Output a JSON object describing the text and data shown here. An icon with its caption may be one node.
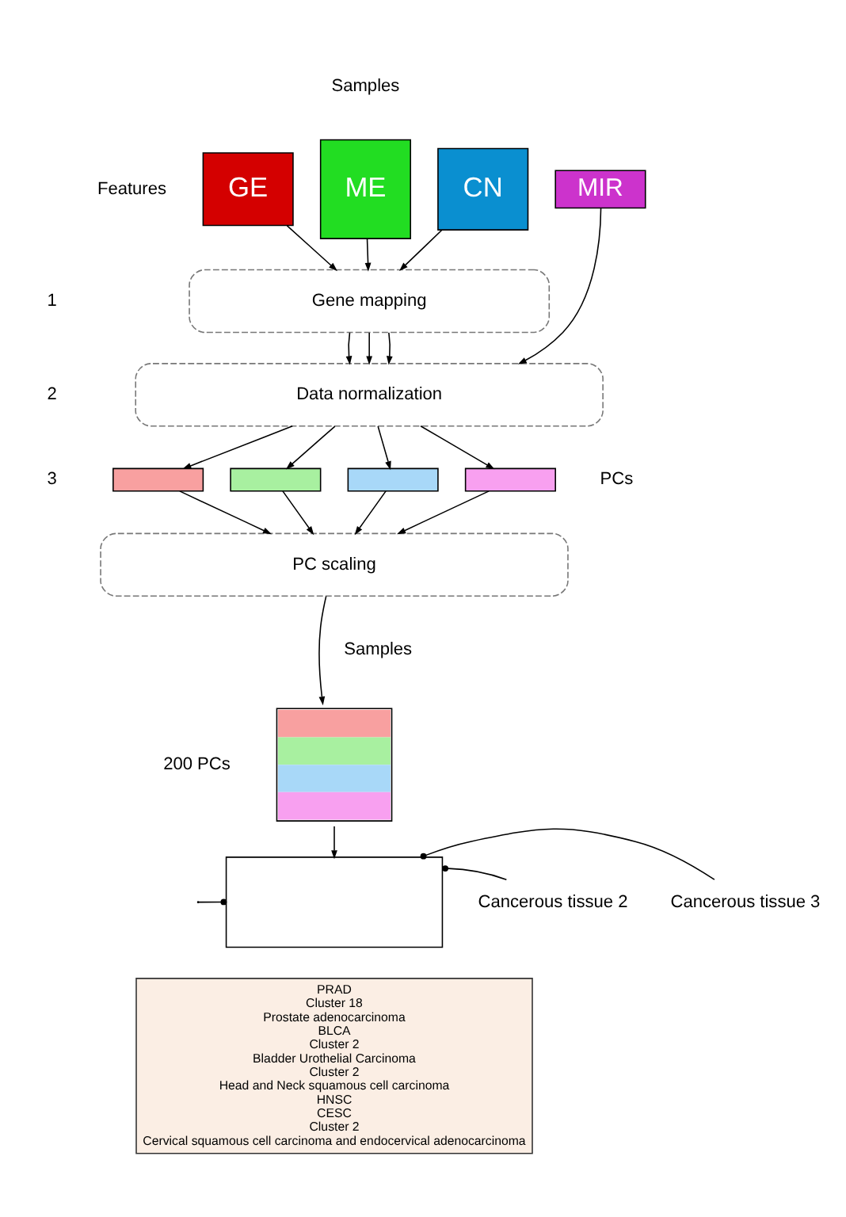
{
  "diagram": {
    "nodes": [
      {
        "text": [
          "GE"
        ]
      },
      {
        "text": [
          "ME"
        ]
      },
      {
        "text": [
          "CN"
        ]
      },
      {
        "text": [
          "MIR"
        ]
      },
      {
        "text": [
          "Gene mapping"
        ]
      },
      {
        "text": [
          "Data normalization"
        ]
      },
      {
        "text": [],
        "shape": "bar"
      },
      {
        "text": [],
        "shape": "bar"
      },
      {
        "text": [],
        "shape": "bar"
      },
      {
        "text": [],
        "shape": "bar"
      },
      {
        "text": [
          "PC scaling"
        ]
      },
      {
        "text": [],
        "shape": "box"
      },
      {
        "text": [],
        "shape": "box"
      },
      {
        "text": [
          "Cancerous tissue 2"
        ]
      },
      {
        "text": [
          "Cancerous tissue 3"
        ]
      },
      {
        "text": [
          "PRAD",
          "Cluster 18",
          "Prostate adenocarcinoma",
          "BLCA",
          "Cluster 2",
          "Bladder Urothelial Carcinoma",
          "Cluster 2",
          "Head and Neck squamous cell carcinoma",
          "HNSC",
          "CESC",
          "Cluster 2",
          "Cervical squamous cell carcinoma and endocervical adenocarcinoma"
        ]
      }
    ],
    "edges": [
      {
        "from": 0,
        "to": 4,
        "arrow": "to"
      },
      {
        "from": 1,
        "to": 4,
        "arrow": "to"
      },
      {
        "from": 2,
        "to": 4,
        "arrow": "to"
      },
      {
        "from": 3,
        "to": 5,
        "arrow": "to"
      },
      {
        "from": 4,
        "to": 5,
        "arrow": "to"
      },
      {
        "from": 4,
        "to": 5,
        "arrow": "to"
      },
      {
        "from": 4,
        "to": 5,
        "arrow": "to"
      },
      {
        "from": 5,
        "to": 6,
        "arrow": "to"
      },
      {
        "from": 5,
        "to": 7,
        "arrow": "to"
      },
      {
        "from": 5,
        "to": 8,
        "arrow": "to"
      },
      {
        "from": 5,
        "to": 9,
        "arrow": "to"
      },
      {
        "from": 6,
        "to": 10,
        "arrow": "to"
      },
      {
        "from": 7,
        "to": 10,
        "arrow": "to"
      },
      {
        "from": 8,
        "to": 10,
        "arrow": "to"
      },
      {
        "from": 9,
        "to": 10,
        "arrow": "to"
      },
      {
        "from": 10,
        "to": 11,
        "arrow": "to"
      },
      {
        "from": 11,
        "to": 12,
        "arrow": "to"
      },
      {
        "from": 13,
        "to": 12,
        "arrow": "other"
      },
      {
        "from": 14,
        "to": 12,
        "arrow": "other"
      },
      {
        "from": null,
        "to": 12,
        "arrow": "other"
      }
    ],
    "labels": [
      "Samples",
      "Features",
      "1",
      "2",
      "3",
      "PCs",
      "Samples",
      "200 PCs"
    ]
  }
}
